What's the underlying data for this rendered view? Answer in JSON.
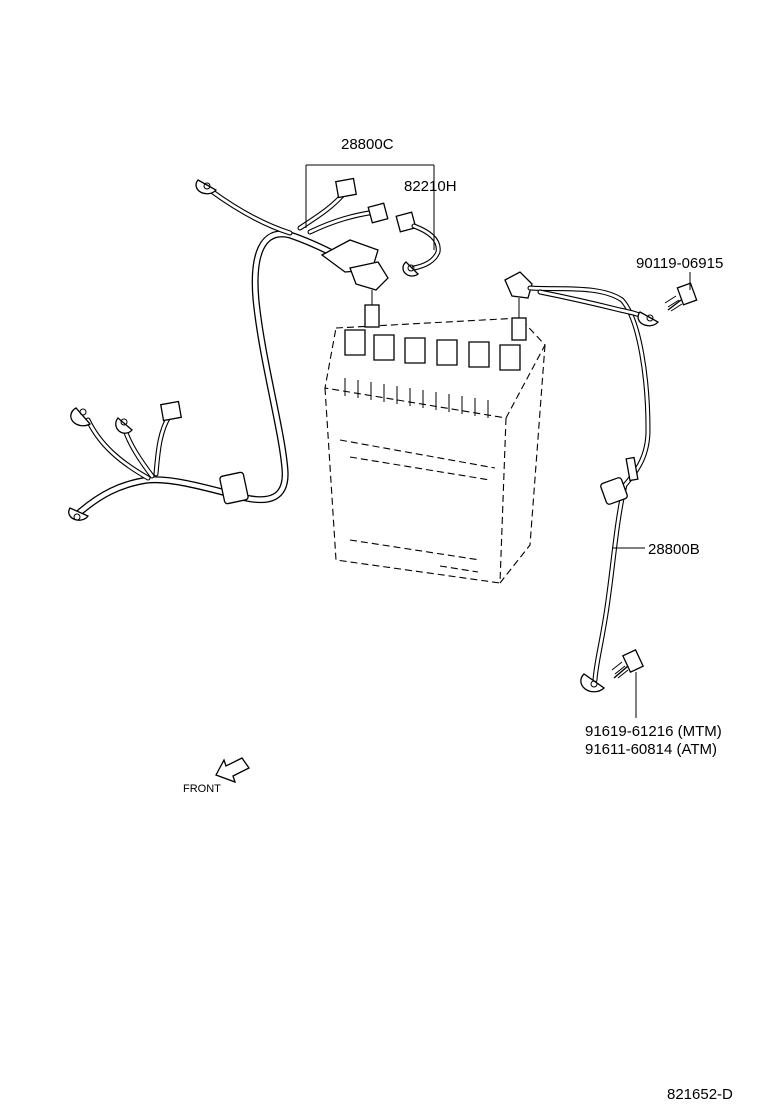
{
  "labels": {
    "harness_top": "28800C",
    "cable_pos": "82210H",
    "bolt_top": "90119-06915",
    "cable_neg": "28800B",
    "bolt_low_mtm": "91619-61216 (MTM)",
    "bolt_low_atm": "91611-60814 (ATM)",
    "front": "FRONT",
    "diagram_code": "821652-D"
  }
}
